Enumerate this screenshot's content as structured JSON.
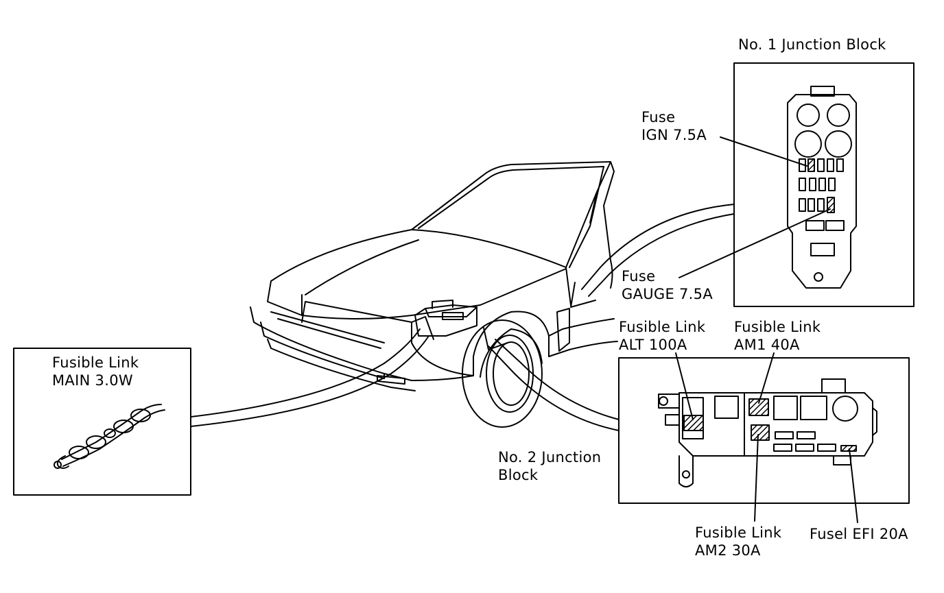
{
  "labels": {
    "jb1_title": "No. 1 Junction Block",
    "fuse_ign_l1": "Fuse",
    "fuse_ign_l2": "IGN 7.5A",
    "fuse_gauge_l1": "Fuse",
    "fuse_gauge_l2": "GAUGE 7.5A",
    "fl_alt_l1": "Fusible Link",
    "fl_alt_l2": "ALT 100A",
    "fl_am1_l1": "Fusible Link",
    "fl_am1_l2": "AM1 40A",
    "fl_main_l1": "Fusible Link",
    "fl_main_l2": "MAIN 3.0W",
    "jb2_l1": "No. 2 Junction",
    "jb2_l2": "Block",
    "fl_am2_l1": "Fusible Link",
    "fl_am2_l2": "AM2 30A",
    "fuse_efi": "Fusel EFI 20A"
  },
  "colors": {
    "line": "#000000",
    "background": "#ffffff"
  }
}
